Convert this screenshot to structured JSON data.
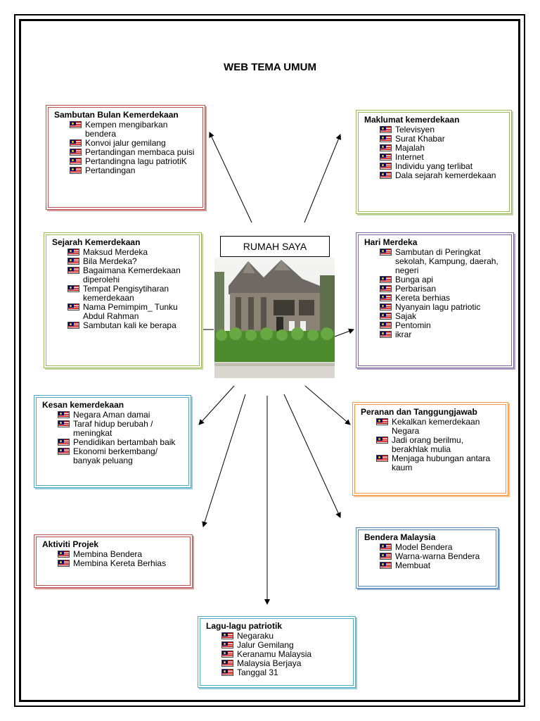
{
  "title": "WEB TEMA UMUM",
  "center": {
    "label": "RUMAH SAYA",
    "image": "traditional-malay-wooden-house"
  },
  "colors": {
    "red": "#c0504d",
    "green": "#9bbb59",
    "purple": "#8064a2",
    "cyan": "#4bacc6",
    "orange": "#f79646",
    "blue": "#4f81bd"
  },
  "bullet_icon": "malaysia-flag-icon",
  "boxes": {
    "sambutan": {
      "title": "Sambutan Bulan Kemerdekaan",
      "items": [
        "Kempen mengibarkan bendera",
        "Konvoi jalur gemilang",
        "Pertandingan membaca puisi",
        "Pertandingna lagu patriotiK",
        "Pertandingan"
      ]
    },
    "maklumat": {
      "title": "Maklumat kemerdekaan",
      "items": [
        "Televisyen",
        "Surat Khabar",
        "Majalah",
        "Internet",
        "Individu yang terlibat",
        "Dala sejarah kemerdekaan"
      ]
    },
    "sejarah": {
      "title": "Sejarah Kemerdekaan",
      "items": [
        "Maksud Merdeka",
        "Bila Merdeka?",
        "Bagaimana Kemerdekaan diperolehi",
        "Tempat Pengisytiharan kemerdekaan",
        "Nama Pemimpim_ Tunku Abdul Rahman",
        "Sambutan kali ke berapa"
      ]
    },
    "hari": {
      "title": "Hari Merdeka",
      "items": [
        "Sambutan di Peringkat sekolah, Kampung, daerah, negeri",
        "Bunga api",
        "Perbarisan",
        "Kereta berhias",
        "Nyanyain lagu patriotic",
        "Sajak",
        "Pentomin",
        "ikrar"
      ]
    },
    "kesan": {
      "title": "Kesan kemerdekaan",
      "items": [
        "Negara Aman damai",
        "Taraf hidup berubah / meningkat",
        "Pendidikan bertambah baik",
        "Ekonomi berkembang/ banyak peluang"
      ]
    },
    "peranan": {
      "title": "Peranan dan Tanggungjawab",
      "items": [
        "Kekalkan kemerdekaan Negara",
        "Jadi orang berilmu, berakhlak mulia",
        "Menjaga hubungan antara kaum"
      ]
    },
    "aktiviti": {
      "title": "Aktiviti Projek",
      "items": [
        "Membina Bendera",
        "Membina Kereta Berhias"
      ]
    },
    "bendera": {
      "title": "Bendera Malaysia",
      "items": [
        "Model Bendera",
        "Warna-warna Bendera",
        "Membuat"
      ]
    },
    "lagu": {
      "title": "Lagu-lagu patriotik",
      "items": [
        "Negaraku",
        "Jalur Gemilang",
        "Keranamu Malaysia",
        "Malaysia Berjaya",
        "Tanggal 31"
      ]
    }
  }
}
